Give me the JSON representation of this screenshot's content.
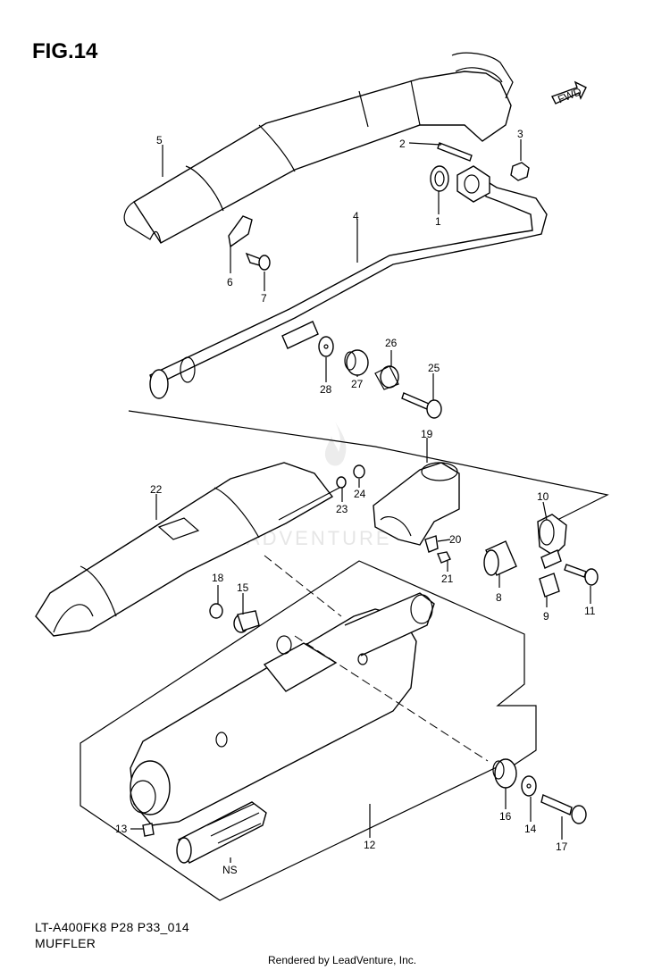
{
  "figure": {
    "title": "FIG.14",
    "model_code": "LT-A400FK8 P28 P33_014",
    "section_name": "MUFFLER",
    "credit": "Rendered by LeadVenture, Inc.",
    "watermark": "LEADVENTURE",
    "fwd_label": "FWD"
  },
  "callouts": [
    "1",
    "2",
    "3",
    "4",
    "5",
    "6",
    "7",
    "8",
    "9",
    "10",
    "11",
    "12",
    "13",
    "14",
    "15",
    "16",
    "17",
    "18",
    "19",
    "20",
    "21",
    "22",
    "23",
    "24",
    "25",
    "26",
    "27",
    "28",
    "NS"
  ]
}
